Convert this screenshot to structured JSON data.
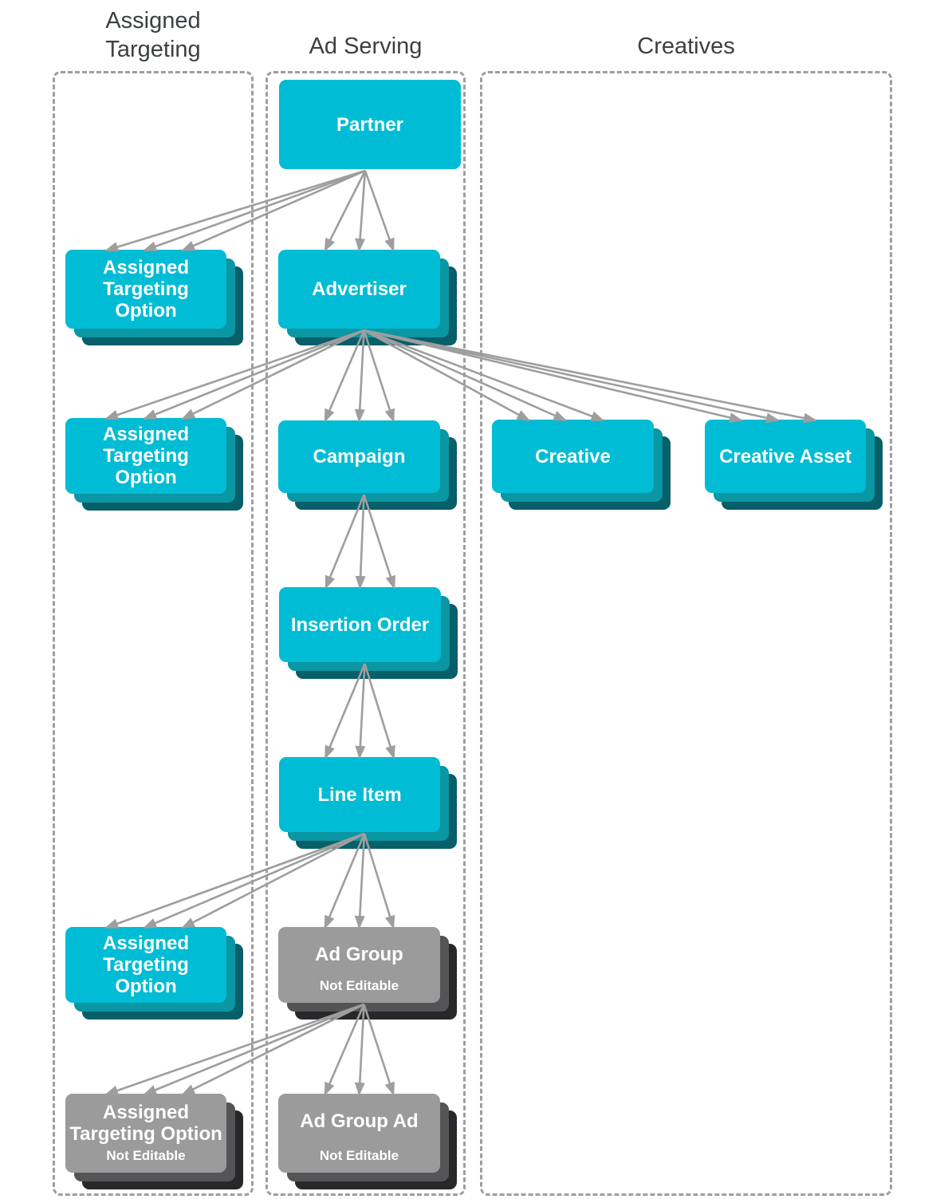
{
  "columns": [
    {
      "id": "assigned-targeting",
      "label": "Assigned\nTargeting"
    },
    {
      "id": "ad-serving",
      "label": "Ad Serving"
    },
    {
      "id": "creatives",
      "label": "Creatives"
    }
  ],
  "nodes": [
    {
      "id": "partner",
      "label": "Partner",
      "sublabel": "",
      "column": "ad-serving",
      "style": "teal",
      "stacked": false
    },
    {
      "id": "ato-partner",
      "label": "Assigned\nTargeting\nOption",
      "sublabel": "",
      "column": "assigned-targeting",
      "style": "teal",
      "stacked": true
    },
    {
      "id": "advertiser",
      "label": "Advertiser",
      "sublabel": "",
      "column": "ad-serving",
      "style": "teal",
      "stacked": true
    },
    {
      "id": "ato-advertiser",
      "label": "Assigned\nTargeting\nOption",
      "sublabel": "",
      "column": "assigned-targeting",
      "style": "teal",
      "stacked": true
    },
    {
      "id": "campaign",
      "label": "Campaign",
      "sublabel": "",
      "column": "ad-serving",
      "style": "teal",
      "stacked": true
    },
    {
      "id": "creative",
      "label": "Creative",
      "sublabel": "",
      "column": "creatives",
      "style": "teal",
      "stacked": true
    },
    {
      "id": "creative-asset",
      "label": "Creative Asset",
      "sublabel": "",
      "column": "creatives",
      "style": "teal",
      "stacked": true
    },
    {
      "id": "insertion-order",
      "label": "Insertion Order",
      "sublabel": "",
      "column": "ad-serving",
      "style": "teal",
      "stacked": true
    },
    {
      "id": "line-item",
      "label": "Line Item",
      "sublabel": "",
      "column": "ad-serving",
      "style": "teal",
      "stacked": true
    },
    {
      "id": "ato-line-item",
      "label": "Assigned\nTargeting\nOption",
      "sublabel": "",
      "column": "assigned-targeting",
      "style": "teal",
      "stacked": true
    },
    {
      "id": "ad-group",
      "label": "Ad Group",
      "sublabel": "Not Editable",
      "column": "ad-serving",
      "style": "gray",
      "stacked": true
    },
    {
      "id": "ato-ad-group",
      "label": "Assigned\nTargeting Option",
      "sublabel": "Not Editable",
      "column": "assigned-targeting",
      "style": "gray",
      "stacked": true
    },
    {
      "id": "ad-group-ad",
      "label": "Ad Group Ad",
      "sublabel": "Not Editable",
      "column": "ad-serving",
      "style": "gray",
      "stacked": true
    }
  ],
  "edges": [
    {
      "from": "partner",
      "to": "ato-partner"
    },
    {
      "from": "partner",
      "to": "advertiser"
    },
    {
      "from": "advertiser",
      "to": "ato-advertiser"
    },
    {
      "from": "advertiser",
      "to": "campaign"
    },
    {
      "from": "advertiser",
      "to": "creative"
    },
    {
      "from": "advertiser",
      "to": "creative-asset"
    },
    {
      "from": "campaign",
      "to": "insertion-order"
    },
    {
      "from": "insertion-order",
      "to": "line-item"
    },
    {
      "from": "line-item",
      "to": "ato-line-item"
    },
    {
      "from": "line-item",
      "to": "ad-group"
    },
    {
      "from": "ad-group",
      "to": "ato-ad-group"
    },
    {
      "from": "ad-group",
      "to": "ad-group-ad"
    }
  ],
  "colors": {
    "teal": "#00bcd4",
    "teal_mid": "#0b96a3",
    "teal_dark": "#065f69",
    "gray": "#9b9b9b",
    "gray_mid": "#545456",
    "gray_dark": "#28282a",
    "arrow": "#9e9e9e",
    "header_text": "#3c4043",
    "border": "#9e9e9e"
  }
}
